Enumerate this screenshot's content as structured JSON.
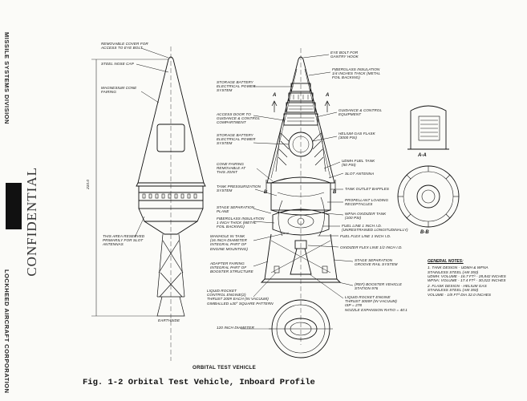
{
  "side_text": {
    "division": "MISSILE SYSTEMS DIVISION",
    "company": "LOCKHEED AIRCRAFT CORPORATION",
    "confidential": "CONFIDENTIAL"
  },
  "diagram_title": "ORBITAL TEST VEHICLE",
  "caption": "Fig. 1-2  Orbital Test Vehicle, Inboard Profile",
  "dimension_label": "210.0",
  "earth_side": "EARTHSIDE",
  "section_labels": {
    "aa": "A-A",
    "bb": "B-B"
  },
  "section_marks": {
    "a": "A",
    "b": "B"
  },
  "left_labels": [
    "REMOVABLE COVER FOR\nACCESS TO EYE BOLT",
    "STEEL NOSE CAP",
    "MAGNESIUM CONE\nFAIRING",
    "THIS AREA RESERVED\nPRIMARILY FOR SLOT\nANTENNAS",
    "120 INCH DIAMETER"
  ],
  "center_labels": [
    "STORAGE BATTERY\nELECTRICAL POWER\nSYSTEM",
    "ACCESS DOOR TO\nGUIDANCE & CONTROL\nCOMPARTMENT",
    "STORAGE BATTERY\nELECTRICAL POWER\nSYSTEM",
    "CONE FAIRING\nREMOVABLE AT\nTHIS JOINT",
    "TANK PRESSURIZATION\nSYSTEM",
    "STAGE SEPARATION\nPLANE",
    "FIBERGLASS INSULATION\n1 INCH THICK (METAL\nFOIL BACKING)",
    "MANHOLE IN TANK\n(16 INCH DIAMETER\nINTEGRAL PART OF\nENGINE MOUNTING)",
    "ADAPTER FAIRING\nINTEGRAL PART OF\nBOOSTER STRUCTURE",
    "LIQUID ROCKET\nCONTROL ENGINE(2)\nTHRUST 200# EACH (IN VACUUM)\nGIMBALLED ±30° SQUARE PATTERN"
  ],
  "right_labels": [
    "EYE BOLT FOR\nGANTRY HOOK",
    "FIBERGLASS INSULATION\n1/4 INCHES THICK (METAL\nFOIL BACKING)",
    "GUIDANCE & CONTROL\nEQUIPMENT",
    "HELIUM GAS FLASK\n(3000 PSI)",
    "UDMH FUEL TANK\n(50 PSI)",
    "SLOT ANTENNA",
    "TANK OUTLET BAFFLES",
    "PROPELLANT LOADING\nRECEPTACLES",
    "WFNA OXIDIZER TANK\n(100 PSI)",
    "FUEL LINE 1 INCH I.D.\n(UNRESTRAINED LONGITUDINALLY)",
    "FUEL FLEX LINE 1 INCH I.D.",
    "OXIDIZER FLEX LINE 1/2 INCH I.D.",
    "STAGE SEPARATION\nGROOVE RAIL SYSTEM",
    "(REF) BOOSTER VEHICLE\nSTATION 976",
    "LIQUID ROCKET ENGINE\nTHRUST 3000# (IN VACUUM)\nIsp = 278\nNOZZLE EXPANSION RATIO = 40:1"
  ],
  "general_notes": {
    "heading": "GENERAL NOTES:",
    "items": [
      "1. TANK DESIGN - UDMH & WFNA\n   STAINLESS STEEL (AM 350)\n   UDMH: VOLUME - 16.7 FT³ - 28,842 INCHES\n   WFNA: VOLUME - 17.4 FT³ - 30,022 INCHES",
      "2. FLASK DESIGN - HELIUM GAS\n   STAINLESS STEEL (AM 350)\n   VOLUME - 1/8 FT³ DIA 32.0 INCHES"
    ]
  }
}
